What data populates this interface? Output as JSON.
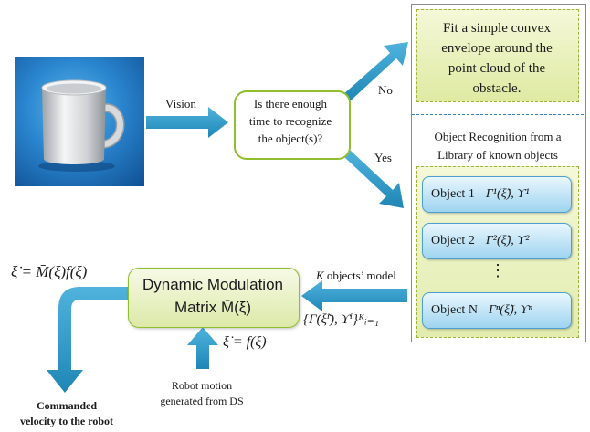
{
  "labels": {
    "vision": "Vision",
    "no": "No",
    "yes": "Yes",
    "k_model_prefix": "K",
    "k_model_suffix": " objects’ model",
    "robot_motion_line1": "Robot motion",
    "robot_motion_line2": "generated from DS",
    "commanded_line1": "Commanded",
    "commanded_line2": "velocity to the robot"
  },
  "decision": {
    "line1": "Is there enough",
    "line2": "time to recognize",
    "line3": "the object(s)?"
  },
  "fit_box": {
    "line1": "Fit a simple convex",
    "line2": "envelope around the",
    "line3": "point cloud of the",
    "line4": "obstacle."
  },
  "library": {
    "line1": "Object Recognition from a",
    "line2": "Library of known objects"
  },
  "objects": [
    {
      "name": "Object 1",
      "math": "Γ¹(ξ̃), ϒ¹"
    },
    {
      "name": "Object 2",
      "math": "Γ²(ξ̃), ϒ²"
    },
    {
      "name": "Object N",
      "math": "Γⁿ(ξ̃), ϒⁿ"
    }
  ],
  "ellipsis": "⋮",
  "dmm": {
    "line1": "Dynamic Modulation",
    "line2": "Matrix M̄(ξ)"
  },
  "math": {
    "output_eq": "ξ̇ = M̄(ξ)f(ξ)",
    "input_eq": "ξ̇ = f(ξ)",
    "model_set": "{Γ(ξ̃ⁱ), ϒⁱ}ᴷᵢ₌₁"
  },
  "colors": {
    "arrow": "#2a9bc6",
    "border_green": "#8fbf2f",
    "object_blue": "#4c9fd0",
    "divider": "#3a7fc1"
  }
}
